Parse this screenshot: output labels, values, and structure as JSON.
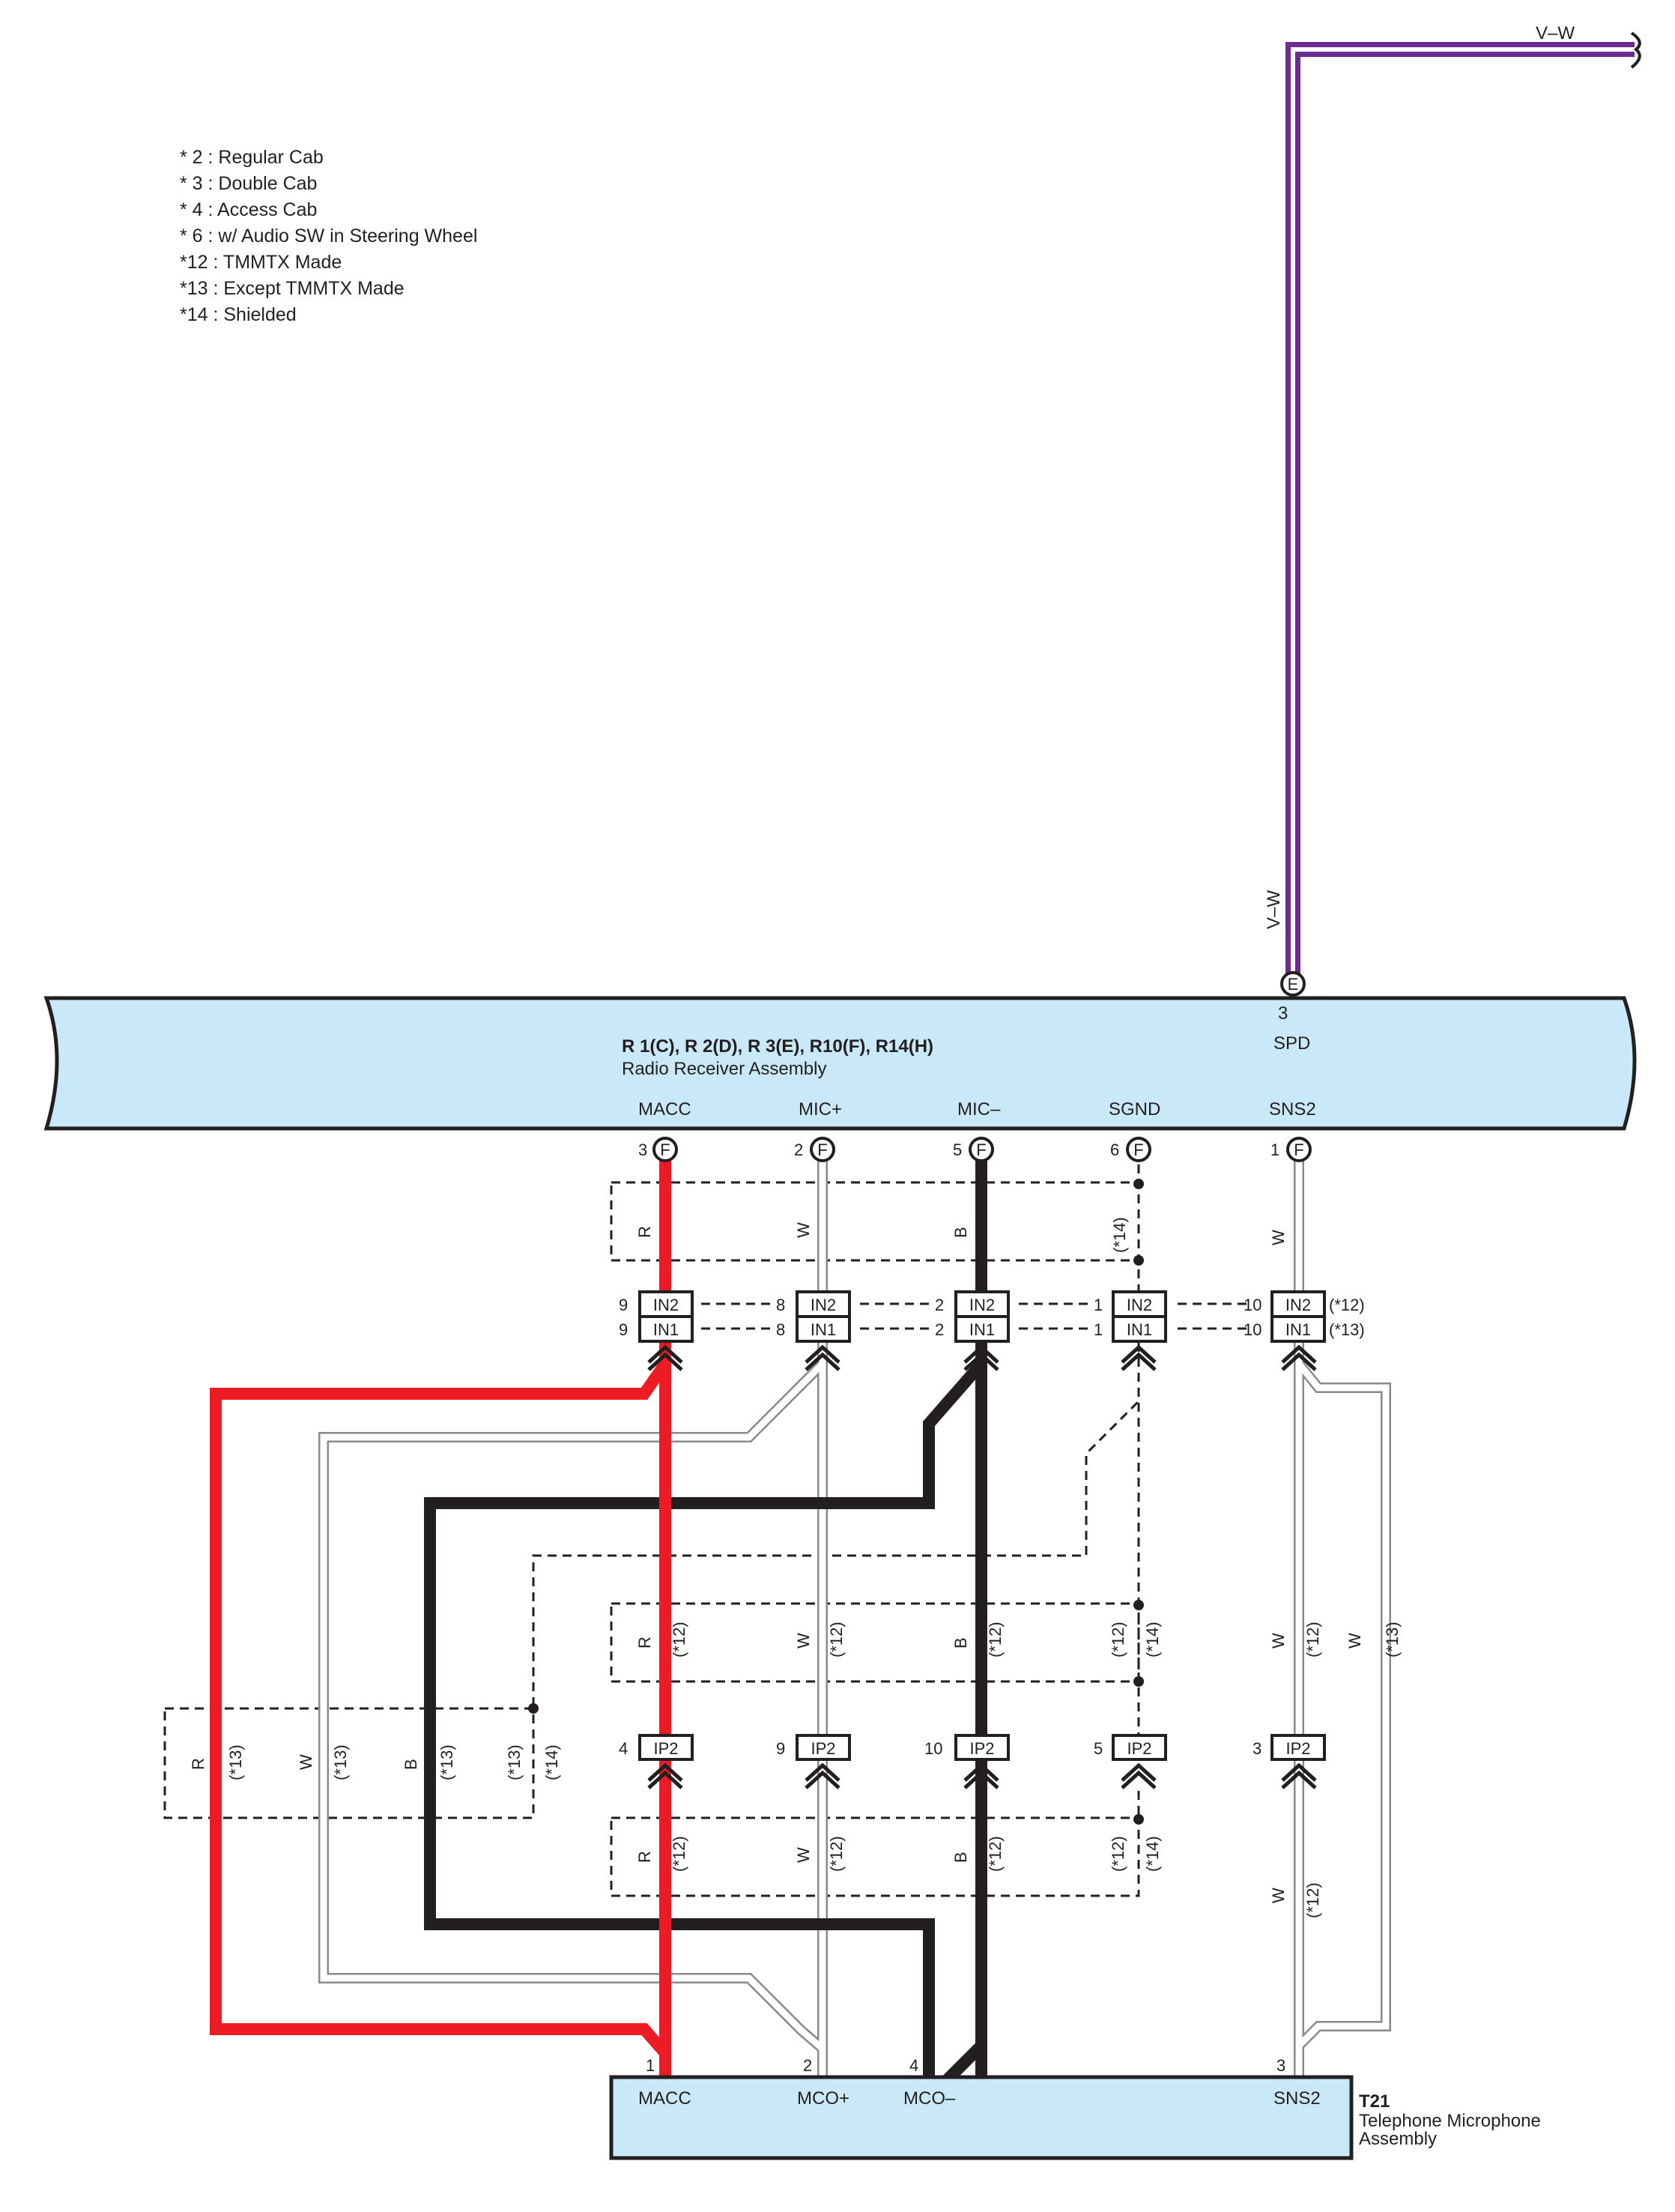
{
  "notes": [
    "* 2 : Regular Cab",
    "* 3 : Double Cab",
    "* 4 : Access Cab",
    "* 6 : w/ Audio SW in Steering Wheel",
    "*12 : TMMTX Made",
    "*13 : Except TMMTX Made",
    "*14 : Shielded"
  ],
  "top_wire": {
    "label_top": "V–W",
    "label_side": "V–W",
    "color": "#6a2c91"
  },
  "radio": {
    "codes": "R 1(C), R 2(D), R 3(E), R10(F), R14(H)",
    "name": "Radio Receiver Assembly",
    "spd_pin": "3",
    "spd_conn": "E",
    "spd_label": "SPD",
    "terminals": [
      {
        "label": "MACC",
        "pin": "3",
        "conn": "F"
      },
      {
        "label": "MIC+",
        "pin": "2",
        "conn": "F"
      },
      {
        "label": "MIC–",
        "pin": "5",
        "conn": "F"
      },
      {
        "label": "SGND",
        "pin": "6",
        "conn": "F"
      },
      {
        "label": "SNS2",
        "pin": "1",
        "conn": "F"
      }
    ]
  },
  "wire_colors": {
    "R": "#ed1c24",
    "W": "#ffffff",
    "B": "#231f20",
    "V_W": "#6a2c91"
  },
  "in_connectors": [
    {
      "in2_pin": "9",
      "in1_pin": "9",
      "in2": "IN2",
      "in1": "IN1"
    },
    {
      "in2_pin": "8",
      "in1_pin": "8",
      "in2": "IN2",
      "in1": "IN1"
    },
    {
      "in2_pin": "2",
      "in1_pin": "2",
      "in2": "IN2",
      "in1": "IN1"
    },
    {
      "in2_pin": "1",
      "in1_pin": "1",
      "in2": "IN2",
      "in1": "IN1"
    },
    {
      "in2_pin": "10",
      "in1_pin": "10",
      "in2": "IN2",
      "in1": "IN1",
      "note2": "(*12)",
      "note1": "(*13)"
    }
  ],
  "ip2_connectors": [
    {
      "pin": "4",
      "name": "IP2"
    },
    {
      "pin": "9",
      "name": "IP2"
    },
    {
      "pin": "10",
      "name": "IP2"
    },
    {
      "pin": "5",
      "name": "IP2"
    },
    {
      "pin": "3",
      "name": "IP2"
    }
  ],
  "wire_labels": {
    "upper": [
      "R",
      "W",
      "B",
      "(*14)",
      "W"
    ],
    "mid": [
      "R",
      "(*12)",
      "W",
      "(*12)",
      "B",
      "(*12)",
      "(*12)",
      "(*14)",
      "W",
      "(*12)",
      "W",
      "(*13)"
    ],
    "left": [
      "R",
      "(*13)",
      "W",
      "(*13)",
      "B",
      "(*13)",
      "(*13)",
      "(*14)"
    ],
    "lower": [
      "R",
      "(*12)",
      "W",
      "(*12)",
      "B",
      "(*12)",
      "(*12)",
      "(*14)",
      "W",
      "(*12)"
    ]
  },
  "mic": {
    "code": "T21",
    "name_line1": "Telephone Microphone",
    "name_line2": "Assembly",
    "terminals": [
      {
        "label": "MACC",
        "pin": "1"
      },
      {
        "label": "MCO+",
        "pin": "2"
      },
      {
        "label": "MCO–",
        "pin": "4"
      },
      {
        "label": "SNS2",
        "pin": "3"
      }
    ]
  }
}
